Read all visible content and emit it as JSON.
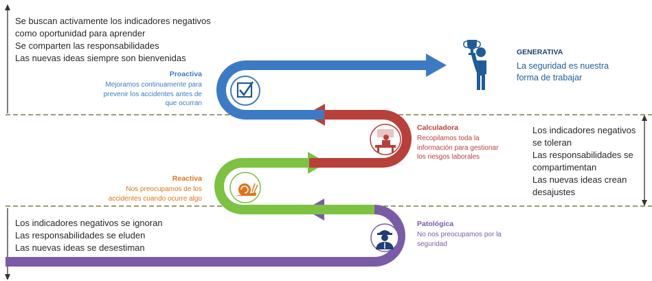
{
  "colors": {
    "generativa": "#1F5C99",
    "proactiva": "#3C7BC4",
    "calculadora": "#B8403B",
    "reactiva": "#7DC242",
    "patologica": "#7A5CA6",
    "reactiva_text": "#E0731A",
    "divider": "#7A7A3A"
  },
  "top_left": {
    "lines": [
      "Se buscan activamente los indicadores negativos",
      "como oportunidad para aprender",
      "Se comparten las responsabilidades",
      "Las nuevas ideas siempre son bienvenidas"
    ]
  },
  "middle_right": {
    "lines": [
      "Los indicadores negativos",
      "se toleran",
      "Las responsabilidades se",
      "compartimentan",
      "Las nuevas ideas crean",
      "desajustes"
    ]
  },
  "bottom_left": {
    "lines": [
      "Los indicadores negativos se ignoran",
      "Las responsabilidades se eluden",
      "Las nuevas ideas se desestiman"
    ]
  },
  "stages": {
    "generativa": {
      "title": "GENERATIVA",
      "lines": [
        "La seguridad es nuestra",
        "forma de trabajar"
      ],
      "icon": "trophy-person-icon"
    },
    "proactiva": {
      "title": "Proactiva",
      "lines": [
        "Mejoramos continuamente para",
        "prevenir los accidentes antes de",
        "que ocurran"
      ],
      "icon": "checkbox-icon"
    },
    "calculadora": {
      "title": "Calculadora",
      "lines": [
        "Recopilamos toda la",
        "información para gestionar",
        "los riesgos laborales"
      ],
      "icon": "desk-worker-icon"
    },
    "reactiva": {
      "title": "Reactiva",
      "lines": [
        "Nos preocupamos de los",
        "accidentes cuando ocurre algo"
      ],
      "icon": "snail-icon"
    },
    "patologica": {
      "title": "Patológica",
      "lines": [
        "No nos preocupamos por la",
        "seguridad"
      ],
      "icon": "hardhat-worker-icon"
    }
  }
}
